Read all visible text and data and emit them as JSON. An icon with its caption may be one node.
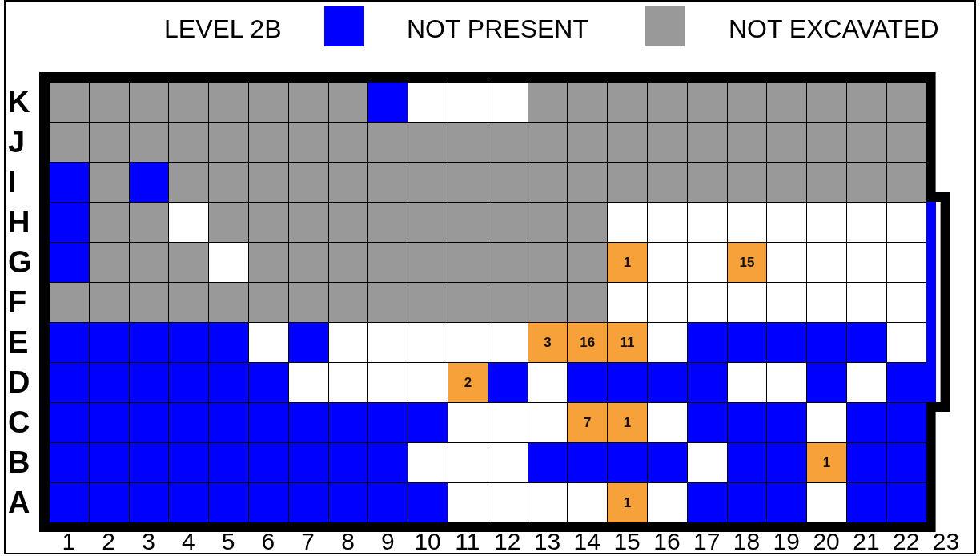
{
  "diagram": {
    "title": "LEVEL 2B",
    "labels": [
      "K",
      "J",
      "I",
      "H",
      "G",
      "1",
      "15",
      "F",
      "E",
      "3",
      "16",
      "11",
      "D",
      "2",
      "C",
      "7",
      "1",
      "B",
      "1",
      "A",
      "1",
      "1",
      "2",
      "3",
      "4",
      "5",
      "6",
      "7",
      "8",
      "9",
      "10",
      "11",
      "12",
      "13",
      "14",
      "15",
      "16",
      "17",
      "18",
      "19",
      "20",
      "21",
      "22",
      "23"
    ],
    "legend": [
      {
        "text": "NOT PRESENT",
        "color": "#0000ff"
      },
      {
        "text": "NOT EXCAVATED",
        "color": "#999999"
      }
    ]
  }
}
